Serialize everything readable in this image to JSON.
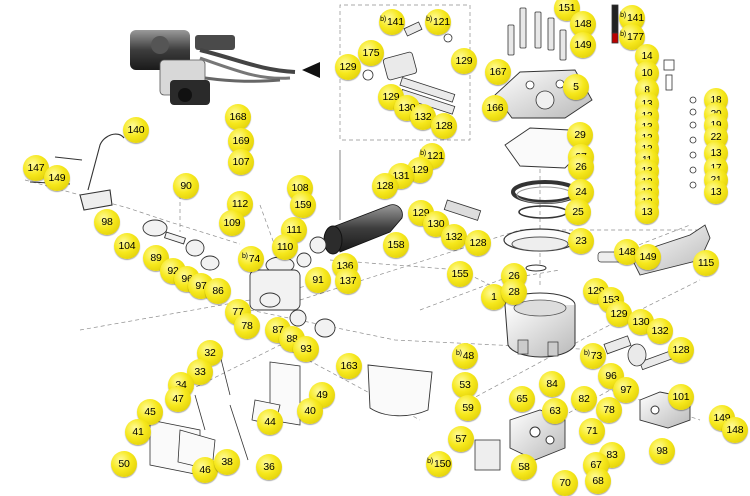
{
  "diagram": {
    "callouts": [
      {
        "id": "c140",
        "label": "140"
      },
      {
        "id": "c147",
        "label": "147"
      },
      {
        "id": "c149a",
        "label": "149"
      },
      {
        "id": "c90",
        "label": "90"
      },
      {
        "id": "c98a",
        "label": "98"
      },
      {
        "id": "c104",
        "label": "104"
      },
      {
        "id": "c89",
        "label": "89"
      },
      {
        "id": "c92",
        "label": "92"
      },
      {
        "id": "c96a",
        "label": "96"
      },
      {
        "id": "c97a",
        "label": "97"
      },
      {
        "id": "c86",
        "label": "86"
      },
      {
        "id": "c168",
        "label": "168"
      },
      {
        "id": "c169",
        "label": "169"
      },
      {
        "id": "c107",
        "label": "107"
      },
      {
        "id": "c112",
        "label": "112"
      },
      {
        "id": "c109",
        "label": "109"
      },
      {
        "id": "c108",
        "label": "108"
      },
      {
        "id": "c159",
        "label": "159"
      },
      {
        "id": "c111",
        "label": "111"
      },
      {
        "id": "c110",
        "label": "110"
      },
      {
        "id": "c74",
        "prefix": "b)",
        "label": "74"
      },
      {
        "id": "c136",
        "label": "136"
      },
      {
        "id": "c137",
        "label": "137"
      },
      {
        "id": "c91",
        "label": "91"
      },
      {
        "id": "c158",
        "label": "158"
      },
      {
        "id": "c77",
        "label": "77"
      },
      {
        "id": "c78a",
        "label": "78"
      },
      {
        "id": "c87",
        "label": "87"
      },
      {
        "id": "c88",
        "label": "88"
      },
      {
        "id": "c93",
        "label": "93"
      },
      {
        "id": "c141a",
        "prefix": "b)",
        "label": "141"
      },
      {
        "id": "c121a",
        "prefix": "b)",
        "label": "121"
      },
      {
        "id": "c129a",
        "label": "129"
      },
      {
        "id": "c175",
        "label": "175"
      },
      {
        "id": "c129b",
        "label": "129"
      },
      {
        "id": "c129c",
        "label": "129"
      },
      {
        "id": "c130a",
        "label": "130"
      },
      {
        "id": "c132a",
        "label": "132"
      },
      {
        "id": "c128a",
        "label": "128"
      },
      {
        "id": "c121b",
        "prefix": "b)",
        "label": "121"
      },
      {
        "id": "c129d",
        "label": "129"
      },
      {
        "id": "c131",
        "label": "131"
      },
      {
        "id": "c128b",
        "label": "128"
      },
      {
        "id": "c129e",
        "label": "129"
      },
      {
        "id": "c130b",
        "label": "130"
      },
      {
        "id": "c132b",
        "label": "132"
      },
      {
        "id": "c128c",
        "label": "128"
      },
      {
        "id": "c151",
        "label": "151"
      },
      {
        "id": "c148a",
        "label": "148"
      },
      {
        "id": "c149b",
        "label": "149"
      },
      {
        "id": "c141b",
        "prefix": "b)",
        "label": "141"
      },
      {
        "id": "c177",
        "prefix": "b)",
        "label": "177"
      },
      {
        "id": "c167",
        "label": "167"
      },
      {
        "id": "c5",
        "label": "5"
      },
      {
        "id": "c166",
        "label": "166"
      },
      {
        "id": "c29",
        "label": "29"
      },
      {
        "id": "c27",
        "label": "27"
      },
      {
        "id": "c26a",
        "label": "26"
      },
      {
        "id": "c24",
        "label": "24"
      },
      {
        "id": "c25",
        "label": "25"
      },
      {
        "id": "c23",
        "label": "23"
      },
      {
        "id": "c14",
        "label": "14"
      },
      {
        "id": "c10",
        "label": "10"
      },
      {
        "id": "c8",
        "label": "8"
      },
      {
        "id": "c13a",
        "label": "13"
      },
      {
        "id": "c12a",
        "label": "12"
      },
      {
        "id": "c13b",
        "label": "13"
      },
      {
        "id": "c12b",
        "label": "12"
      },
      {
        "id": "c12c",
        "label": "12"
      },
      {
        "id": "c11",
        "label": "11"
      },
      {
        "id": "c13c",
        "label": "13"
      },
      {
        "id": "c12d",
        "label": "12"
      },
      {
        "id": "c13d",
        "label": "13"
      },
      {
        "id": "c12e",
        "label": "12"
      },
      {
        "id": "c13e",
        "label": "13"
      },
      {
        "id": "c18",
        "label": "18"
      },
      {
        "id": "c20",
        "label": "20"
      },
      {
        "id": "c19",
        "label": "19"
      },
      {
        "id": "c22",
        "label": "22"
      },
      {
        "id": "c13f",
        "label": "13"
      },
      {
        "id": "c17",
        "label": "17"
      },
      {
        "id": "c21",
        "label": "21"
      },
      {
        "id": "c13g",
        "label": "13"
      },
      {
        "id": "c148b",
        "label": "148"
      },
      {
        "id": "c149c",
        "label": "149"
      },
      {
        "id": "c115",
        "label": "115"
      },
      {
        "id": "c155",
        "label": "155"
      },
      {
        "id": "c26b",
        "label": "26"
      },
      {
        "id": "c1",
        "label": "1"
      },
      {
        "id": "c28",
        "label": "28"
      },
      {
        "id": "c129f",
        "label": "129"
      },
      {
        "id": "c153",
        "label": "153"
      },
      {
        "id": "c129g",
        "label": "129"
      },
      {
        "id": "c130c",
        "label": "130"
      },
      {
        "id": "c132c",
        "label": "132"
      },
      {
        "id": "c128d",
        "label": "128"
      },
      {
        "id": "c73",
        "prefix": "b)",
        "label": "73"
      },
      {
        "id": "c96b",
        "label": "96"
      },
      {
        "id": "c97b",
        "label": "97"
      },
      {
        "id": "c82",
        "label": "82"
      },
      {
        "id": "c78b",
        "label": "78"
      },
      {
        "id": "c101",
        "label": "101"
      },
      {
        "id": "c149d",
        "label": "149"
      },
      {
        "id": "c148c",
        "label": "148"
      },
      {
        "id": "c98b",
        "label": "98"
      },
      {
        "id": "c84",
        "label": "84"
      },
      {
        "id": "c48",
        "prefix": "b)",
        "label": "48"
      },
      {
        "id": "c53",
        "label": "53"
      },
      {
        "id": "c59",
        "label": "59"
      },
      {
        "id": "c65",
        "label": "65"
      },
      {
        "id": "c63",
        "label": "63"
      },
      {
        "id": "c71",
        "label": "71"
      },
      {
        "id": "c57",
        "label": "57"
      },
      {
        "id": "c150",
        "prefix": "b)",
        "label": "150"
      },
      {
        "id": "c58",
        "label": "58"
      },
      {
        "id": "c83",
        "label": "83"
      },
      {
        "id": "c67",
        "label": "67"
      },
      {
        "id": "c70",
        "label": "70"
      },
      {
        "id": "c68",
        "label": "68"
      },
      {
        "id": "c163",
        "label": "163"
      },
      {
        "id": "c32",
        "label": "32"
      },
      {
        "id": "c33",
        "label": "33"
      },
      {
        "id": "c34",
        "label": "34"
      },
      {
        "id": "c47",
        "label": "47"
      },
      {
        "id": "c45",
        "label": "45"
      },
      {
        "id": "c41",
        "label": "41"
      },
      {
        "id": "c50",
        "label": "50"
      },
      {
        "id": "c46",
        "label": "46"
      },
      {
        "id": "c38",
        "label": "38"
      },
      {
        "id": "c44",
        "label": "44"
      },
      {
        "id": "c36",
        "label": "36"
      },
      {
        "id": "c49",
        "label": "49"
      },
      {
        "id": "c40",
        "label": "40"
      }
    ]
  }
}
